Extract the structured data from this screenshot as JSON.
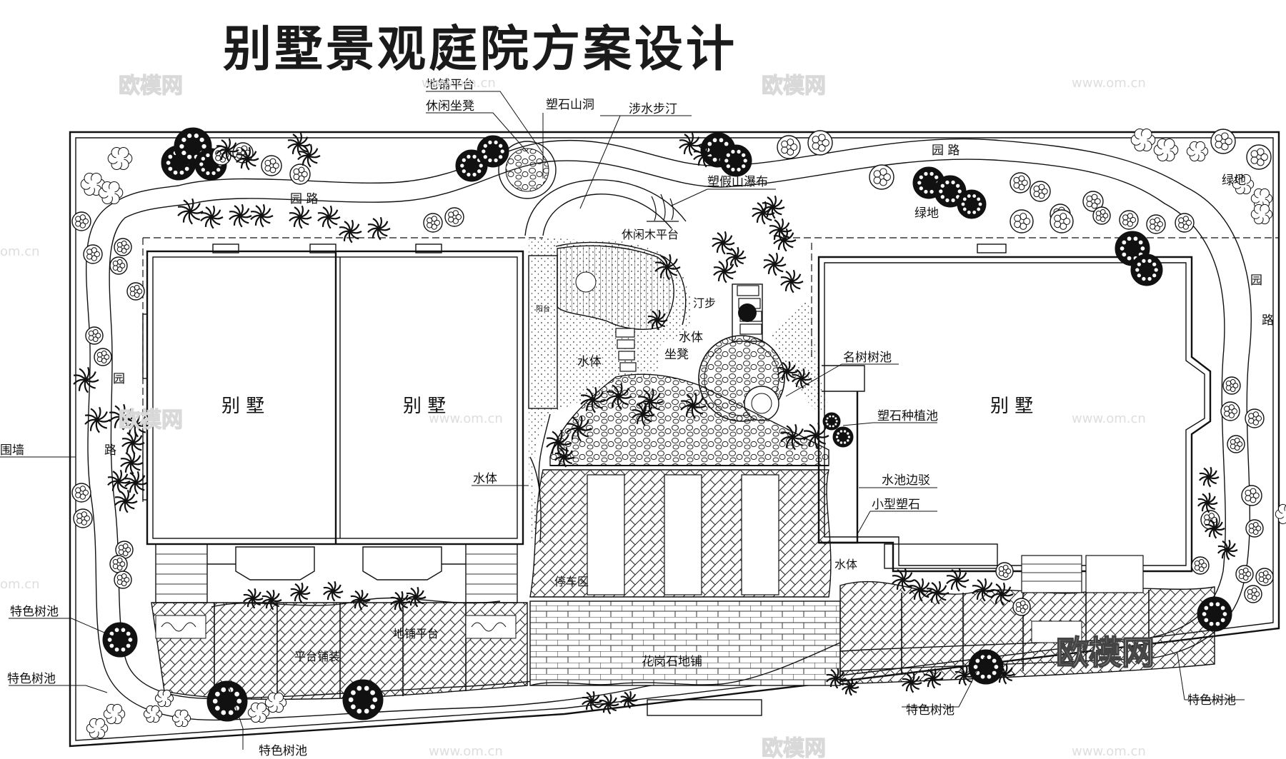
{
  "title": "别墅景观庭院方案设计",
  "labels": {
    "paving_platform": "地铺平台",
    "leisure_bench": "休闲坐凳",
    "rock_cave": "塑石山洞",
    "stepping_stones": "涉水步汀",
    "rockery_waterfall": "塑假山瀑布",
    "leisure_deck": "休闲木平台",
    "garden_path": "园 路",
    "garden_path_v1": "园",
    "garden_path_v2": "路",
    "green_land": "绿地",
    "water_body": "水体",
    "seat": "坐凳",
    "stone_step": "汀步",
    "famous_tree_pit": "名树树池",
    "rock_planter": "塑石种植池",
    "pool_revetment": "水池边驳",
    "small_rock": "小型塑石",
    "villa": "别 墅",
    "enclosure_wall": "围墙",
    "feature_tree_pit": "特色树池",
    "granite_paving": "花岗石地铺",
    "parking_area": "停车区",
    "terrace_paving": "平台铺装",
    "balcony": "阳台",
    "paving_area": "地铺平台"
  },
  "watermark": {
    "brand": "欧模网",
    "url": "www.om.cn",
    "url_short": "om.cn"
  },
  "colors": {
    "line": "#111111",
    "background": "#ffffff",
    "watermark": "#d9d9d9"
  }
}
